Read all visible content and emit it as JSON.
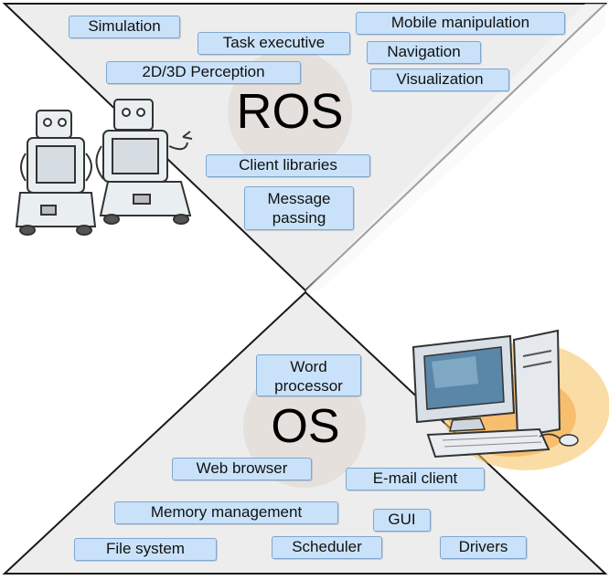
{
  "ros": {
    "title": "ROS",
    "tags": {
      "simulation": "Simulation",
      "task_executive": "Task executive",
      "mobile_manipulation": "Mobile manipulation",
      "navigation": "Navigation",
      "perception": "2D/3D Perception",
      "visualization": "Visualization",
      "client_libraries": "Client libraries",
      "message_passing": "Message\npassing"
    }
  },
  "os": {
    "title": "OS",
    "tags": {
      "word_processor": "Word\nprocessor",
      "web_browser": "Web browser",
      "email_client": "E-mail client",
      "memory_management": "Memory management",
      "gui": "GUI",
      "file_system": "File system",
      "scheduler": "Scheduler",
      "drivers": "Drivers"
    }
  },
  "colors": {
    "tag_fill": "#c9e2f9",
    "tag_border": "#7fa6cf",
    "triangle_fill": "#ececec",
    "circle_fill": "#e7e2df"
  },
  "illustrations": [
    "robot-icon",
    "computer-icon"
  ]
}
